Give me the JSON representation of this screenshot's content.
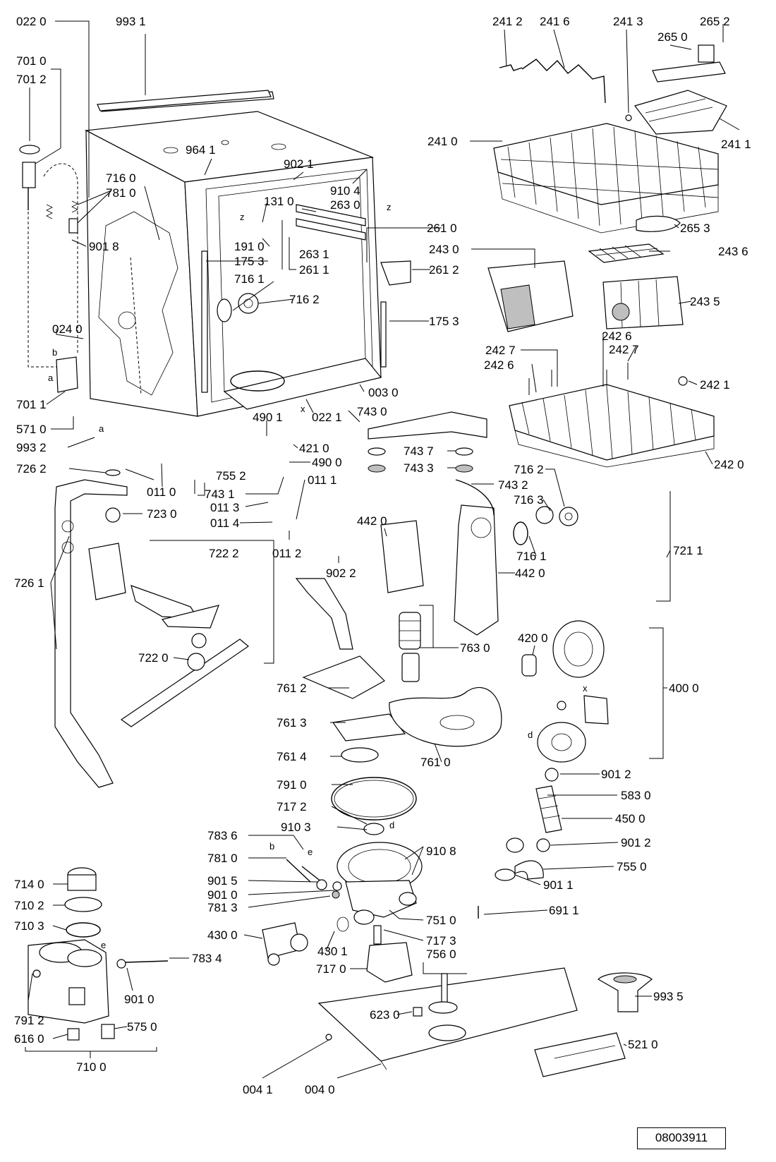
{
  "diagram": {
    "drawing_id": "08003911",
    "labels": [
      "022 0",
      "993 1",
      "241 2",
      "241 6",
      "241 3",
      "265 2",
      "265 0",
      "701 0",
      "701 2",
      "964 1",
      "902 1",
      "241 0",
      "910 4",
      "263 0",
      "716 0",
      "781 0",
      "131 0",
      "241 1",
      "261 0",
      "265 3",
      "901 8",
      "191 0",
      "263 1",
      "175 3",
      "261 1",
      "261 2",
      "243 0",
      "243 6",
      "716 1",
      "716 2",
      "243 5",
      "175 3",
      "024 0",
      "242 6",
      "242 7",
      "242 7",
      "242 6",
      "003 0",
      "242 1",
      "701 1",
      "490 1",
      "022 1",
      "743 0",
      "571 0",
      "421 0",
      "743 7",
      "993 2",
      "490 0",
      "743 3",
      "242 0",
      "726 2",
      "755 2",
      "011 0",
      "716 2",
      "743 2",
      "716 3",
      "743 1",
      "011 1",
      "723 0",
      "011 3",
      "011 4",
      "442 0",
      "011 2",
      "716 1",
      "721 1",
      "722 2",
      "902 2",
      "442 0",
      "726 1",
      "763 0",
      "420 0",
      "722 0",
      "761 2",
      "400 0",
      "761 3",
      "761 4",
      "761 0",
      "901 2",
      "791 0",
      "583 0",
      "717 2",
      "450 0",
      "910 3",
      "783 6",
      "910 8",
      "901 2",
      "781 0",
      "755 0",
      "901 5",
      "901 1",
      "901 0",
      "781 3",
      "751 0",
      "691 1",
      "714 0",
      "710 2",
      "710 3",
      "430 0",
      "430 1",
      "717 3",
      "783 4",
      "756 0",
      "717 0",
      "901 0",
      "993 5",
      "791 2",
      "623 0",
      "575 0",
      "616 0",
      "521 0",
      "710 0",
      "004 1",
      "004 0"
    ],
    "letter_marks": [
      "z",
      "z",
      "x",
      "b",
      "a",
      "a",
      "e",
      "b",
      "d",
      "d",
      "x",
      "e"
    ]
  }
}
